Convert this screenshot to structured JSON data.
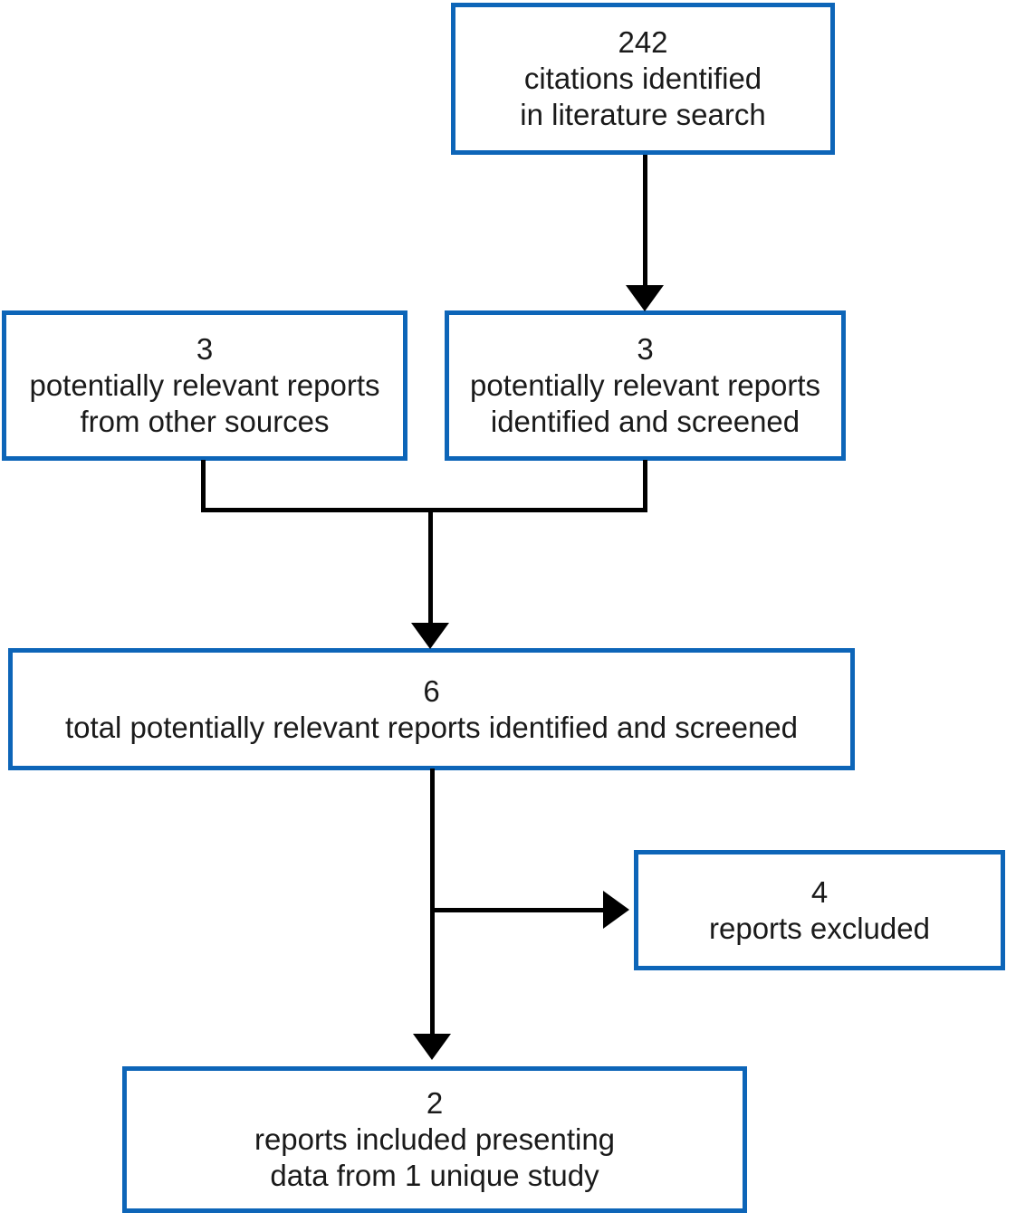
{
  "diagram": {
    "type": "flowchart",
    "description": "Literature search / study selection flow diagram",
    "colors": {
      "box_border": "#0d65b8",
      "arrow": "#000000",
      "text": "#1a1a1a",
      "background": "#ffffff"
    },
    "boxes": [
      {
        "id": "citations",
        "count": "242",
        "line1": "citations identified",
        "line2": "in literature search"
      },
      {
        "id": "other-sources",
        "count": "3",
        "line1": "potentially relevant reports",
        "line2": "from other sources"
      },
      {
        "id": "identified-screened",
        "count": "3",
        "line1": "potentially relevant reports",
        "line2": "identified and screened"
      },
      {
        "id": "total-screened",
        "count": "6",
        "line1": "total potentially relevant reports identified and screened"
      },
      {
        "id": "excluded",
        "count": "4",
        "line1": "reports excluded"
      },
      {
        "id": "included",
        "count": "2",
        "line1": "reports included presenting",
        "line2": "data from 1 unique study"
      }
    ],
    "edges": [
      {
        "from": "citations",
        "to": "identified-screened",
        "direction": "down"
      },
      {
        "from": "other-sources",
        "to": "total-screened",
        "direction": "down-merge"
      },
      {
        "from": "identified-screened",
        "to": "total-screened",
        "direction": "down-merge"
      },
      {
        "from": "total-screened",
        "to": "excluded",
        "direction": "right"
      },
      {
        "from": "total-screened",
        "to": "included",
        "direction": "down"
      }
    ]
  }
}
